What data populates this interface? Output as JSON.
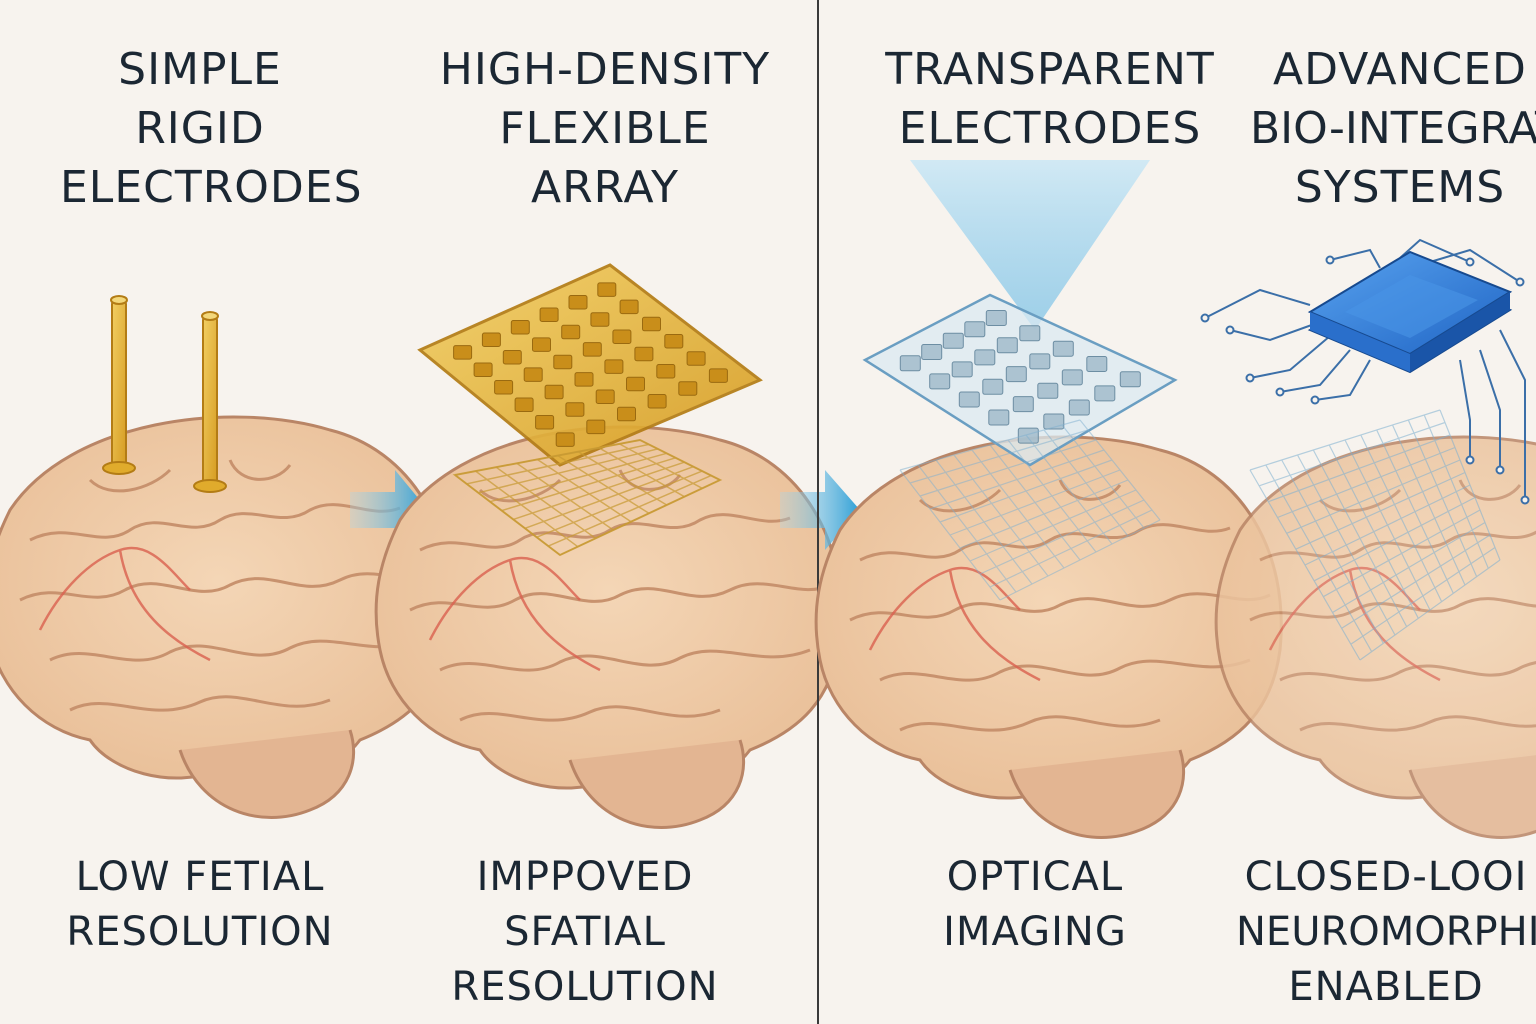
{
  "stages": [
    {
      "title": [
        "SIMPLE",
        "RIGID",
        "ELECTRODES"
      ],
      "caption": [
        "LOW FETIAL",
        "RESOLUTION"
      ]
    },
    {
      "title": [
        "HIGH-DENSITY",
        "FLEXIBLE",
        "ARRAY"
      ],
      "caption": [
        "IMPPOVED",
        "SFATIAL",
        "RESOLUTION"
      ]
    },
    {
      "title": [
        "TRANSPARENT",
        "ELECTRODES"
      ],
      "caption": [
        "OPTICAL",
        "IMAGING"
      ]
    },
    {
      "title": [
        "ADVANCED",
        "BIO-INTEGRATI",
        "SYSTEMS"
      ],
      "caption": [
        "CLOSED-LOOI",
        "NEUROMORPHIC",
        "ENABLED"
      ]
    }
  ],
  "colors": {
    "background": "#f7f3ee",
    "text": "#1b2733",
    "brain": "#efcaa4",
    "brain_outline": "#b98566",
    "vessel": "#d9604f",
    "gold": "#e0ab2c",
    "arrow": "#2d9fd6",
    "chip": "#2f7fd8",
    "divider": "#3a3a3a"
  },
  "icons": [
    "brain-illustration",
    "rigid-electrode-pins",
    "flexible-electrode-array",
    "transparent-electrode-array",
    "light-beam",
    "neuromorphic-chip",
    "flow-arrow"
  ]
}
